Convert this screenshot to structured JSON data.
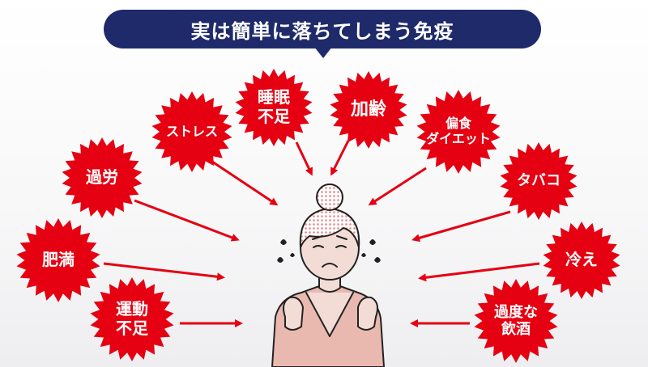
{
  "banner": {
    "title": "実は簡単に落ちてしまう免疫"
  },
  "colors": {
    "burst": "#e50012",
    "banner": "#1f2a6b",
    "arrow": "#e50012",
    "skin": "#f3dcd6",
    "shirt": "#e9b9b0"
  },
  "factors": [
    {
      "id": "stress",
      "label": "ストレス"
    },
    {
      "id": "sleep",
      "label": "睡眠\n不足"
    },
    {
      "id": "aging",
      "label": "加齢"
    },
    {
      "id": "diet",
      "label": "偏食\nダイエット"
    },
    {
      "id": "overwork",
      "label": "過労"
    },
    {
      "id": "tobacco",
      "label": "タバコ"
    },
    {
      "id": "obesity",
      "label": "肥満"
    },
    {
      "id": "cold",
      "label": "冷え"
    },
    {
      "id": "exercise",
      "label": "運動\n不足"
    },
    {
      "id": "alcohol",
      "label": "過度な\n飲酒"
    }
  ],
  "illustration": {
    "icon": "worried-woman-icon"
  }
}
